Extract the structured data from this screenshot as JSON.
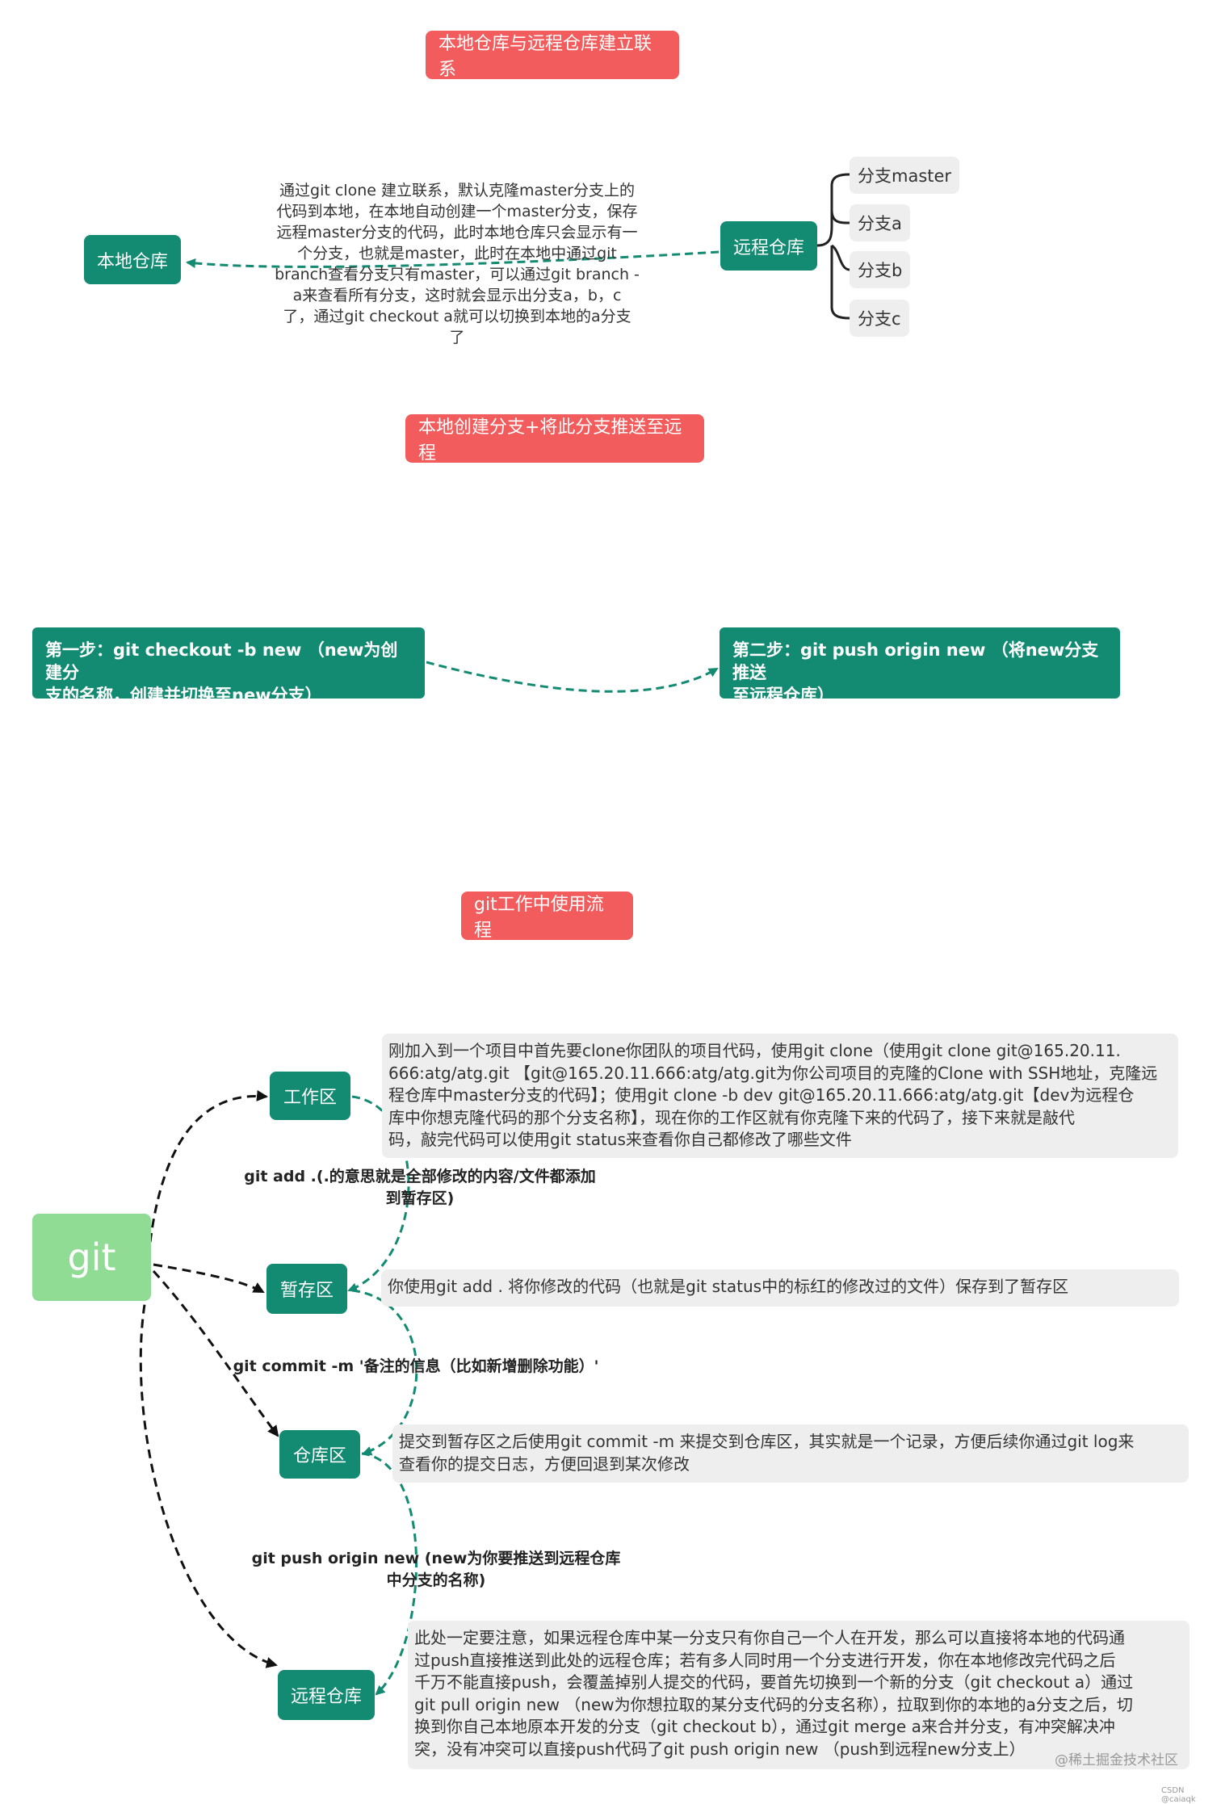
{
  "section1": {
    "title": "本地仓库与远程仓库建立联系",
    "local_repo": "本地仓库",
    "remote_repo": "远程仓库",
    "description": [
      "通过git clone 建立联系，默认克隆master分支上的",
      "代码到本地，在本地自动创建一个master分支，保存",
      "远程master分支的代码，此时本地仓库只会显示有一",
      "个分支，也就是master，此时在本地中通过git",
      "branch查看分支只有master，可以通过git branch -",
      "a来查看所有分支，这时就会显示出分支a，b，c",
      "了，通过git checkout a就可以切换到本地的a分支",
      "了"
    ],
    "branches": [
      "分支master",
      "分支a",
      "分支b",
      "分支c"
    ]
  },
  "section2": {
    "title": "本地创建分支+将此分支推送至远程",
    "step1": [
      "第一步：git checkout -b new （new为创建分",
      "支的名称，创建并切换至new分支）"
    ],
    "step2": [
      "第二步：git push origin new （将new分支推送",
      "至远程仓库）"
    ]
  },
  "section3": {
    "title": "git工作中使用流程",
    "root": "git",
    "workspace": "工作区",
    "staging": "暂存区",
    "repository": "仓库区",
    "remote": "远程仓库",
    "label_add": [
      "git add .(.的意思就是全部修改的内容/文件都添加",
      "到暂存区)"
    ],
    "label_commit": "git commit -m '备注的信息（比如新增删除功能）'",
    "label_push": [
      "git push origin new (new为你要推送到远程仓库",
      "中分支的名称)"
    ],
    "note_workspace": [
      "刚加入到一个项目中首先要clone你团队的项目代码，使用git clone（使用git clone git@165.20.11.",
      "666:atg/atg.git 【git@165.20.11.666:atg/atg.git为你公司项目的克隆的Clone with SSH地址，克隆远",
      "程仓库中master分支的代码】；使用git clone -b dev git@165.20.11.666:atg/atg.git【dev为远程仓",
      "库中你想克隆代码的那个分支名称】，现在你的工作区就有你克隆下来的代码了，接下来就是敲代",
      "码，敲完代码可以使用git status来查看你自己都修改了哪些文件"
    ],
    "note_staging": "你使用git add . 将你修改的代码（也就是git status中的标红的修改过的文件）保存到了暂存区",
    "note_repository": [
      "提交到暂存区之后使用git commit -m 来提交到仓库区，其实就是一个记录，方便后续你通过git log来",
      "查看你的提交日志，方便回退到某次修改"
    ],
    "note_remote": [
      "此处一定要注意，如果远程仓库中某一分支只有你自己一个人在开发，那么可以直接将本地的代码通",
      "过push直接推送到此处的远程仓库；若有多人同时用一个分支进行开发，你在本地修改完代码之后",
      "千万不能直接push，会覆盖掉别人提交的代码，要首先切换到一个新的分支（git checkout a）通过",
      "git pull origin new （new为你想拉取的某分支代码的分支名称），拉取到你的本地的a分支之后，切",
      "换到你自己本地原本开发的分支（git checkout b），通过git merge a来合并分支，有冲突解决冲",
      "突，没有冲突可以直接push代码了git push origin new （push到远程new分支上）"
    ]
  },
  "watermarks": {
    "juejin": "@稀土掘金技术社区",
    "csdn": "CSDN @caiaqk"
  },
  "colors": {
    "title_red": "#f25c5c",
    "node_green": "#138a72",
    "git_green": "#90dc95",
    "note_gray": "#eeeeee"
  }
}
